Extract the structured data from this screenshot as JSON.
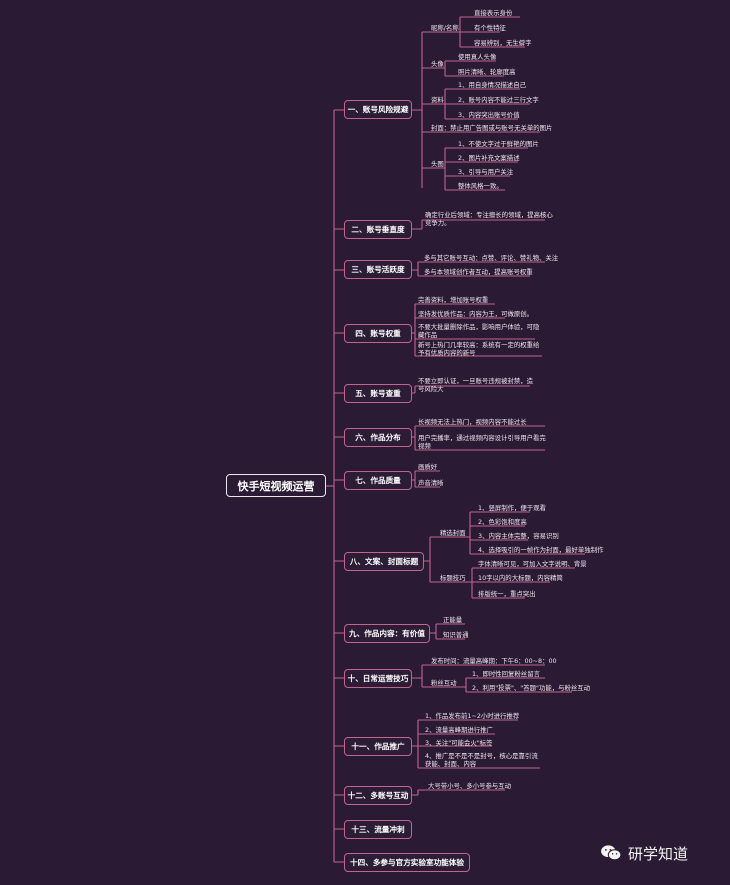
{
  "root": "快手短视频运营",
  "watermark": {
    "text": "研学知道",
    "icon": "wechat-icon"
  },
  "colors": {
    "background": "#2a1a33",
    "line": "#c2648f",
    "root_border": "#e8e8e8",
    "text": "#f0e6f0"
  },
  "branches": [
    {
      "label": "一、账号风险规避"
    },
    {
      "label": "二、账号垂直度"
    },
    {
      "label": "三、账号活跃度"
    },
    {
      "label": "四、账号权重"
    },
    {
      "label": "五、账号查重"
    },
    {
      "label": "六、作品分布"
    },
    {
      "label": "七、作品质量"
    },
    {
      "label": "八、文案、封面标题"
    },
    {
      "label": "九、作品内容：有价值"
    },
    {
      "label": "十、日常运营技巧"
    },
    {
      "label": "十一、作品推广"
    },
    {
      "label": "十二、多账号互动"
    },
    {
      "label": "十三、流量冲刺"
    },
    {
      "label": "十四、多参与官方实验室功能体验"
    }
  ],
  "b1": {
    "sub1": "昵称/名称",
    "sub1_items": [
      "直接表示身份",
      "有个性特征",
      "容易辨别，无生僻字"
    ],
    "sub2": "头像",
    "sub2_items": [
      "使用真人头像",
      "照片清晰、轮廓度高"
    ],
    "sub3": "资料",
    "sub3_items": [
      "1、用自身情况描述自己",
      "2、账号内容不能过三行文字",
      "3、内容突出账号价值"
    ],
    "sub4": "封面：禁止用广告图或与账号无关单的图片",
    "sub5": "头图",
    "sub5_items": [
      "1、不使文字过于鲜艳的图片",
      "2、图片补充文案描述",
      "3、引导与用户关注",
      "整体风格一致。"
    ]
  },
  "b2": [
    "确定行业后领域：专注擅长的领域，提高核心竞争力。"
  ],
  "b3": [
    "多与其它账号互动：点赞、评论、赞礼物、关注",
    "多与本领域创作者互动，提高账号权重"
  ],
  "b4": [
    "完善资料，增加账号权重",
    "坚持发优质作品：内容为王，可做原创。",
    "不要大批量删除作品，影响用户体验，可隐藏作品",
    "新号上热门几率较高：系统有一定的权重给予有优质内容的新号"
  ],
  "b5": [
    "不要立即认证，一旦账号违规被封禁，造号风险大"
  ],
  "b6": [
    "长视频无法上热门，视频内容不能过长",
    "用户完播率，通过视频内容设计引导用户看完视频"
  ],
  "b7": [
    "画质好",
    "声音清晰"
  ],
  "b8": {
    "sub1": "精选封面",
    "sub1_items": [
      "1、竖屏制作，便于观看",
      "2、色彩饱和度高",
      "3、内容主体完整，容易识别",
      "4、选择吸引的一帧作为封面，最好单独制作"
    ],
    "sub2": "标题技巧",
    "sub2_items": [
      "字体清晰可见，可加入文字说明、背景",
      "10字以内的大标题，内容精简",
      "排版统一，重点突出"
    ]
  },
  "b9": [
    "正能量",
    "知识普通"
  ],
  "b10": {
    "item1": "发布时间：流量高峰期：下午6：00~8：00",
    "sub": "粉丝互动",
    "sub_items": [
      "1、即时性回复粉丝留言",
      "2、利用\"投票\"、\"答题\"功能，与粉丝互动"
    ]
  },
  "b11": [
    "1、作品发布前1~2小时进行推荐",
    "2、流量高峰期进行推广",
    "3、关注\"可能会火\"标签",
    "4、推广是不是不是封号，核心是靠引流获能、封面、内容"
  ],
  "b12": [
    "大号带小号、多小号参与互动"
  ]
}
